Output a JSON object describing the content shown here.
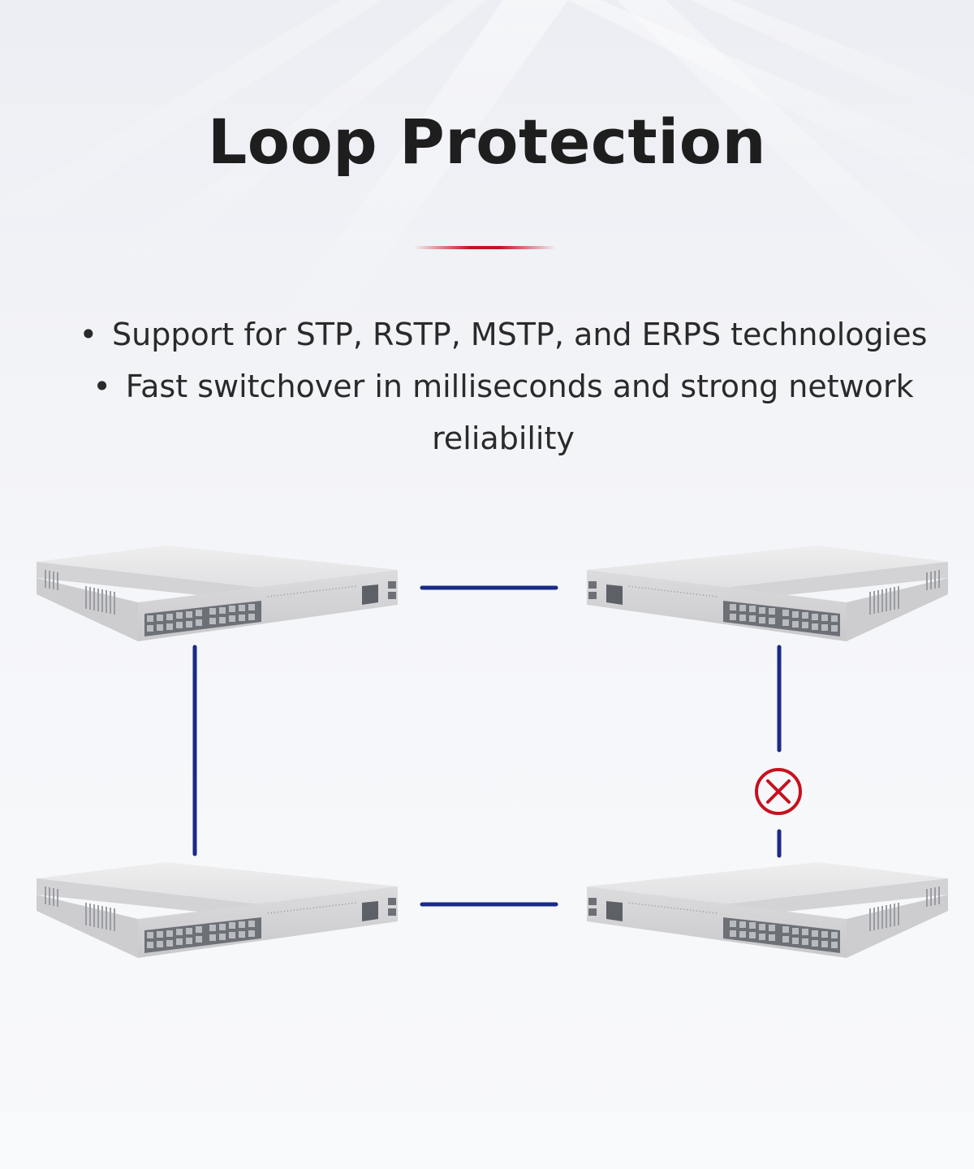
{
  "title": "Loop Protection",
  "bullets": [
    "Support for STP, RSTP, MSTP, and ERPS technologies",
    "Fast switchover in milliseconds and strong network reliability"
  ],
  "colors": {
    "link": "#1a2a86",
    "blocked": "#c8101e",
    "accent": "#c8101e"
  },
  "diagram": {
    "switches": [
      {
        "name": "switch-top-left",
        "icon": "network-switch-icon"
      },
      {
        "name": "switch-top-right",
        "icon": "network-switch-icon"
      },
      {
        "name": "switch-bottom-left",
        "icon": "network-switch-icon"
      },
      {
        "name": "switch-bottom-right",
        "icon": "network-switch-icon"
      }
    ],
    "blocked_link_icon": "blocked-link-icon"
  }
}
